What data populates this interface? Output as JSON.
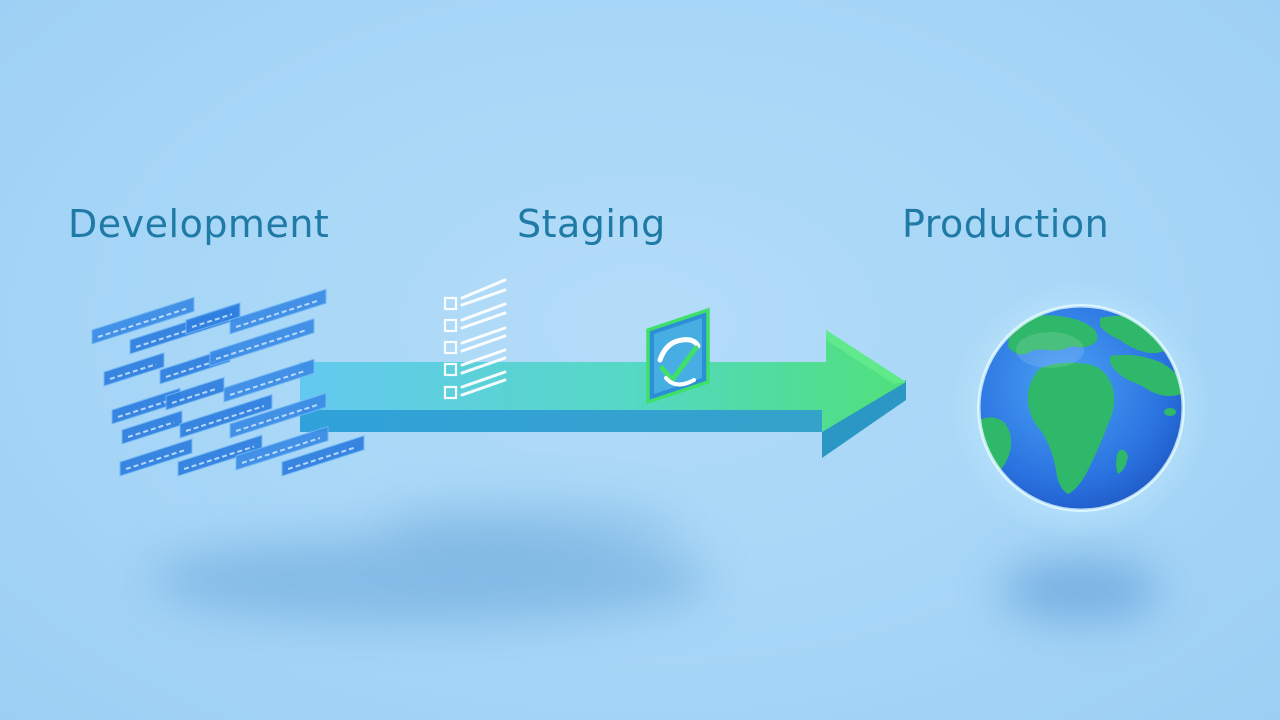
{
  "stages": [
    {
      "id": "development",
      "label": "Development"
    },
    {
      "id": "staging",
      "label": "Staging"
    },
    {
      "id": "production",
      "label": "Production"
    }
  ],
  "colors": {
    "background": "#a7d6f7",
    "label_text": "#1f7aa6",
    "arrow_start": "#5cc8ee",
    "arrow_end": "#4fe07a",
    "code_card": "#2f7fe0",
    "check_icon": "#3ee06a",
    "globe_ocean": "#2f7fe6",
    "globe_land": "#2fbf6a"
  },
  "icons": [
    "code-cards-icon",
    "checklist-icon",
    "check-badge-icon",
    "globe-icon"
  ]
}
